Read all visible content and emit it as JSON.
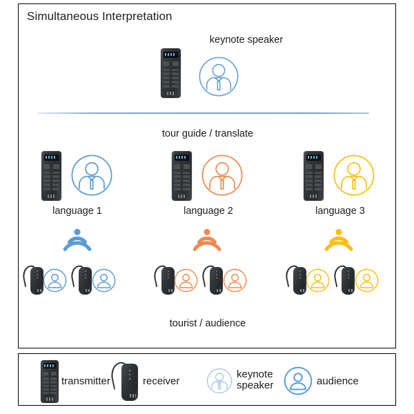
{
  "diagram": {
    "title": "Simultaneous Interpretation",
    "keynote_caption": "keynote speaker",
    "tour_guide_caption": "tour guide / translate",
    "tourist_caption": "tourist / audience",
    "colors": {
      "language_1": "#5b9bd5",
      "language_2": "#ed8b4f",
      "language_3": "#f9bf14",
      "legend_blue": "#5b9bd5",
      "divider": "#7da9d4",
      "frame_border": "#000000",
      "device_dark": "#2f3235"
    },
    "languages": [
      {
        "label": "language 1",
        "color": "#5b9bd5",
        "transmitter": "transmitter-icon",
        "guide": "tour-guide-icon",
        "signal": "broadcast-signal-icon",
        "receivers": 2,
        "audience": 2
      },
      {
        "label": "language 2",
        "color": "#ed8b4f",
        "transmitter": "transmitter-icon",
        "guide": "tour-guide-icon",
        "signal": "broadcast-signal-icon",
        "receivers": 2,
        "audience": 2
      },
      {
        "label": "language 3",
        "color": "#f9bf14",
        "transmitter": "transmitter-icon",
        "guide": "tour-guide-icon",
        "signal": "broadcast-signal-icon",
        "receivers": 2,
        "audience": 2
      }
    ],
    "keynote_row": {
      "transmitter": "transmitter-icon",
      "speaker": "keynote-speaker-icon"
    },
    "legend": {
      "items": [
        {
          "icon": "transmitter-icon",
          "label": "transmitter"
        },
        {
          "icon": "receiver-icon",
          "label": "receiver"
        },
        {
          "icon": "keynote-speaker-icon",
          "label": "keynote speaker",
          "label_line1": "keynote",
          "label_line2": "speaker"
        },
        {
          "icon": "audience-icon",
          "label": "audience"
        }
      ]
    }
  }
}
